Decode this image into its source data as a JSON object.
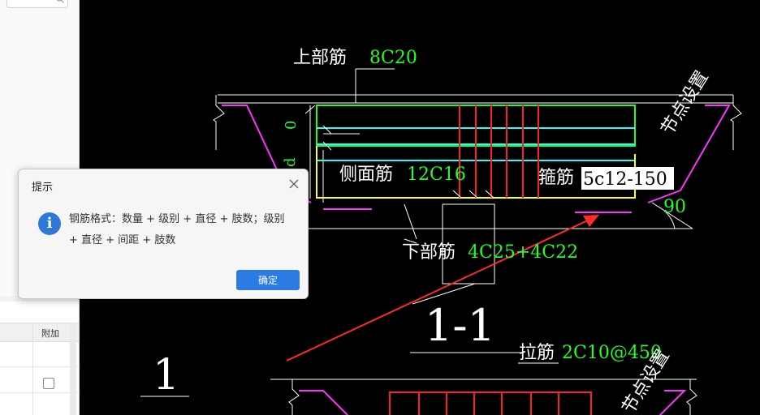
{
  "dialog": {
    "title": "提示",
    "message": "钢筋格式：数量 + 级别 + 直径 + 肢数；级别 + 直径 + 间距 + 肢数",
    "ok_label": "确定"
  },
  "table": {
    "column_header": "附加"
  },
  "drawing": {
    "top_rebar_label": "上部筋",
    "top_rebar_value": "8C20",
    "side_rebar_label": "侧面筋",
    "side_rebar_value": "12C16",
    "stirrup_label": "箍筋",
    "stirrup_value": "5c12-150",
    "bottom_rebar_label": "下部筋",
    "bottom_rebar_value": "4C25+4C22",
    "angle_value": "90",
    "section_title": "1-1",
    "tie_bar_label": "拉筋",
    "tie_bar_value": "2C10@450",
    "node_setting_label": "节点设置",
    "node_setting_label_2": "节点设置",
    "section_number": "1",
    "dim_zero": "0",
    "dim_d": "d"
  }
}
